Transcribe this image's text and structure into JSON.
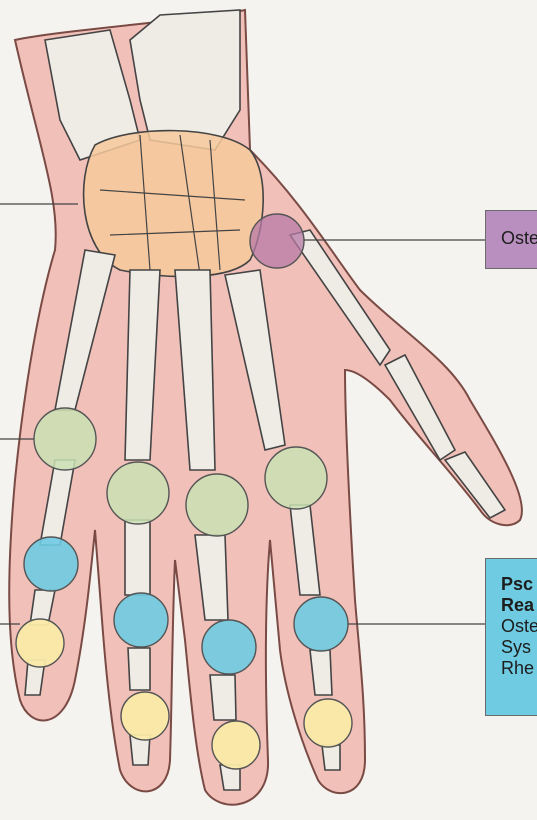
{
  "callouts": {
    "purple": {
      "text": "Oste"
    },
    "blue": {
      "lines_bold": [
        "Psc",
        "Rea"
      ],
      "lines": [
        "Oste",
        "Sys",
        "Rhe"
      ]
    }
  },
  "colors": {
    "background": "#f5f3ef",
    "skin": "#f1c0b8",
    "skin_outline": "#7a4b45",
    "bone": "#efece6",
    "carpal_highlight": "#f6c99b",
    "green_joint": "#c9e0b3",
    "blue_joint": "#6ecbe2",
    "yellow_joint": "#faeaa8",
    "purple_joint": "#b77aa6",
    "callout_purple": "#b88fbe",
    "callout_blue": "#6ecbe2"
  }
}
